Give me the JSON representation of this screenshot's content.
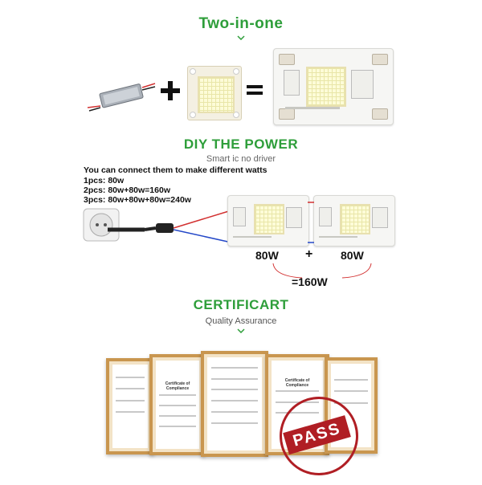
{
  "header1": {
    "title": "Two-in-one"
  },
  "section2": {
    "title": "DIY THE POWER",
    "subtitle": "Smart ic no driver",
    "intro": "You can connect them to make different watts",
    "lines": [
      "1pcs:  80w",
      "2pcs:  80w+80w=160w",
      "3pcs:  80w+80w+80w=240w"
    ],
    "board_left_label": "80W",
    "plus": "+",
    "board_right_label": "80W",
    "total": "=160W"
  },
  "section3": {
    "title": "CERTIFICART",
    "subtitle": "Quality Assurance",
    "stamp": "PASS",
    "cert_heading_a": "Certificate of Compliance",
    "cert_heading_b": "Certificate of Compliance"
  },
  "colors": {
    "green": "#2e9e3a",
    "red_wire": "#d23030",
    "blue_wire": "#2448c8",
    "frame": "#c9964f",
    "stamp": "#b01e24"
  }
}
